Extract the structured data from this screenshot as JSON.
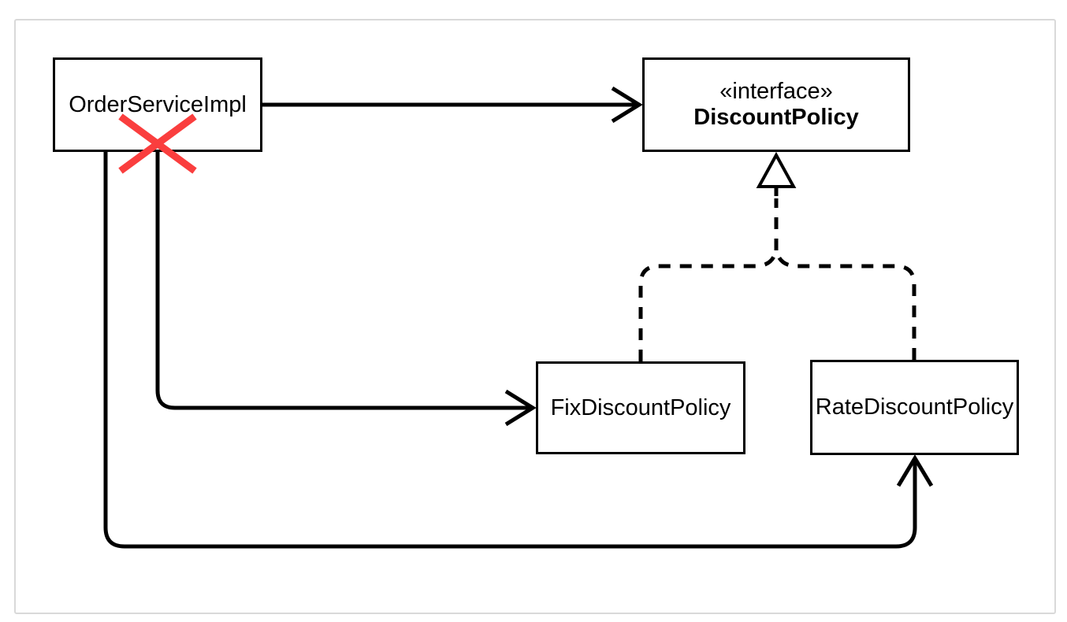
{
  "diagram": {
    "kind": "uml-class-diagram",
    "nodes": {
      "orderService": {
        "label": "OrderServiceImpl"
      },
      "discountPolicy": {
        "stereotype": "«interface»",
        "label": "DiscountPolicy"
      },
      "fixDiscountPolicy": {
        "label": "FixDiscountPolicy"
      },
      "rateDiscountPolicy": {
        "label": "RateDiscountPolicy"
      }
    },
    "edges": [
      {
        "from": "OrderServiceImpl",
        "to": "DiscountPolicy",
        "type": "dependency",
        "style": "solid-open-arrow",
        "crossed_out": false
      },
      {
        "from": "OrderServiceImpl",
        "to": "FixDiscountPolicy",
        "type": "dependency",
        "style": "solid-open-arrow",
        "crossed_out": true
      },
      {
        "from": "OrderServiceImpl",
        "to": "RateDiscountPolicy",
        "type": "dependency",
        "style": "solid-open-arrow",
        "crossed_out": false
      },
      {
        "from": "FixDiscountPolicy",
        "to": "DiscountPolicy",
        "type": "realization",
        "style": "dashed-hollow-triangle",
        "crossed_out": false
      },
      {
        "from": "RateDiscountPolicy",
        "to": "DiscountPolicy",
        "type": "realization",
        "style": "dashed-hollow-triangle",
        "crossed_out": false
      }
    ],
    "colors": {
      "line": "#000000",
      "cross_mark": "#fa3e3e",
      "frame_border": "#d9d9d9",
      "node_fill": "#ffffff",
      "background": "#ffffff"
    }
  }
}
